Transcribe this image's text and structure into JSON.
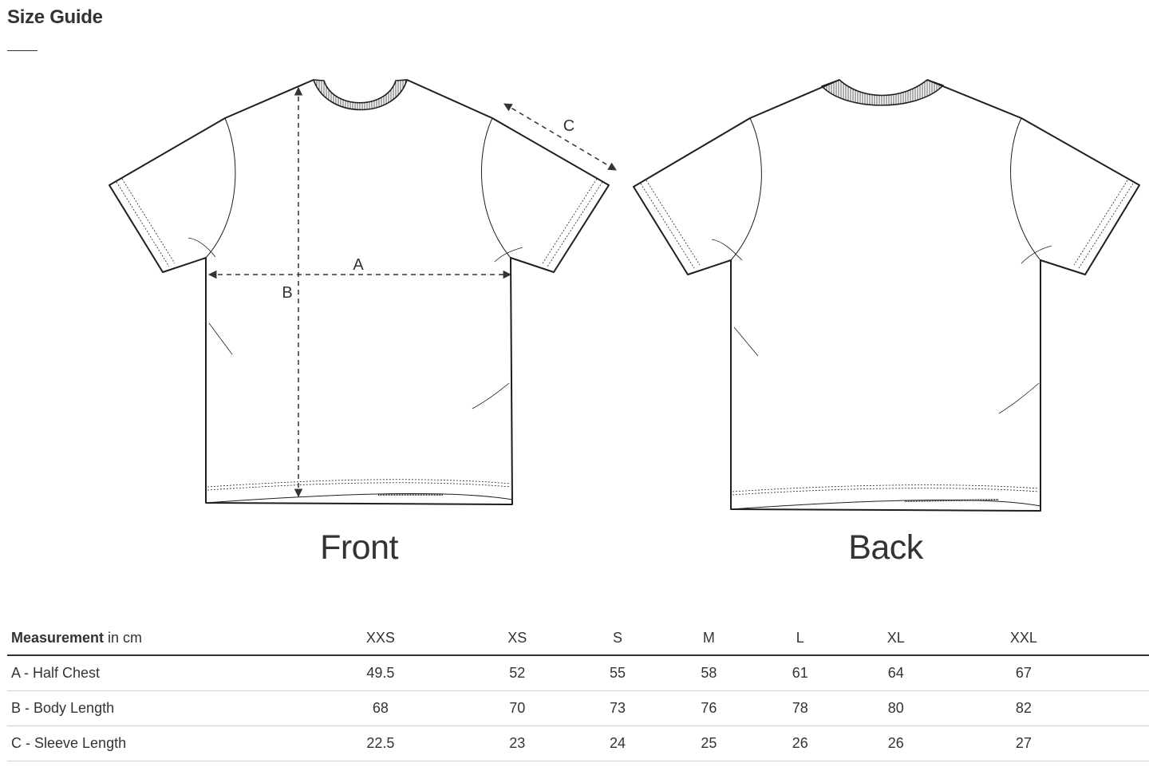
{
  "title": "Size Guide",
  "views": {
    "front": "Front",
    "back": "Back"
  },
  "dimension_labels": {
    "a": "A",
    "b": "B",
    "c": "C"
  },
  "table": {
    "header": {
      "measurement_bold": "Measurement",
      "unit_suffix": " in cm"
    },
    "sizes": [
      "XXS",
      "XS",
      "S",
      "M",
      "L",
      "XL",
      "XXL"
    ],
    "rows": [
      {
        "label": "A - Half Chest",
        "values": [
          "49.5",
          "52",
          "55",
          "58",
          "61",
          "64",
          "67"
        ]
      },
      {
        "label": "B - Body Length",
        "values": [
          "68",
          "70",
          "73",
          "76",
          "78",
          "80",
          "82"
        ]
      },
      {
        "label": "C - Sleeve Length",
        "values": [
          "22.5",
          "23",
          "24",
          "25",
          "26",
          "26",
          "27"
        ]
      }
    ]
  }
}
